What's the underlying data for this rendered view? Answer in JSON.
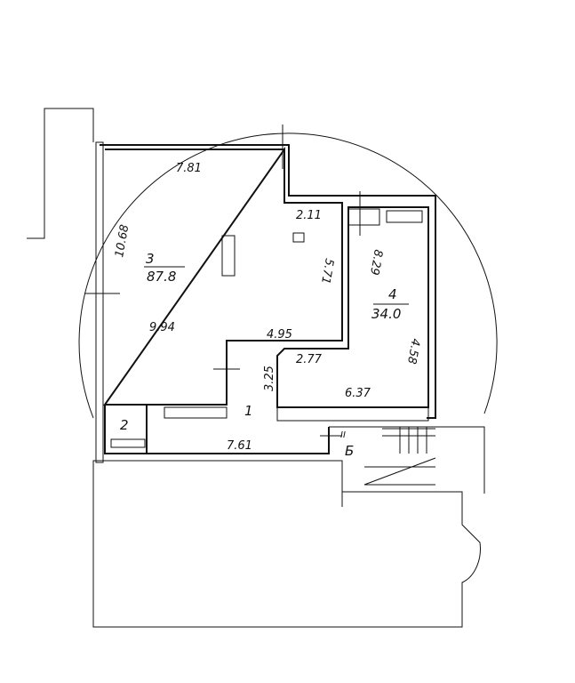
{
  "rooms": [
    {
      "number": "3",
      "area": "87.8"
    },
    {
      "number": "4",
      "area": "34.0"
    },
    {
      "number": "1"
    },
    {
      "number": "2"
    }
  ],
  "dimensions": {
    "d781": "7.81",
    "d211": "2.11",
    "d1068": "10.68",
    "d571": "5.71",
    "d829": "8.29",
    "d994": "9.94",
    "d495": "4.95",
    "d277": "2.77",
    "d325": "3.25",
    "d458": "4.58",
    "d637": "6.37",
    "d761": "7.61"
  },
  "stair": {
    "numeral": "II",
    "letter": "Б"
  }
}
